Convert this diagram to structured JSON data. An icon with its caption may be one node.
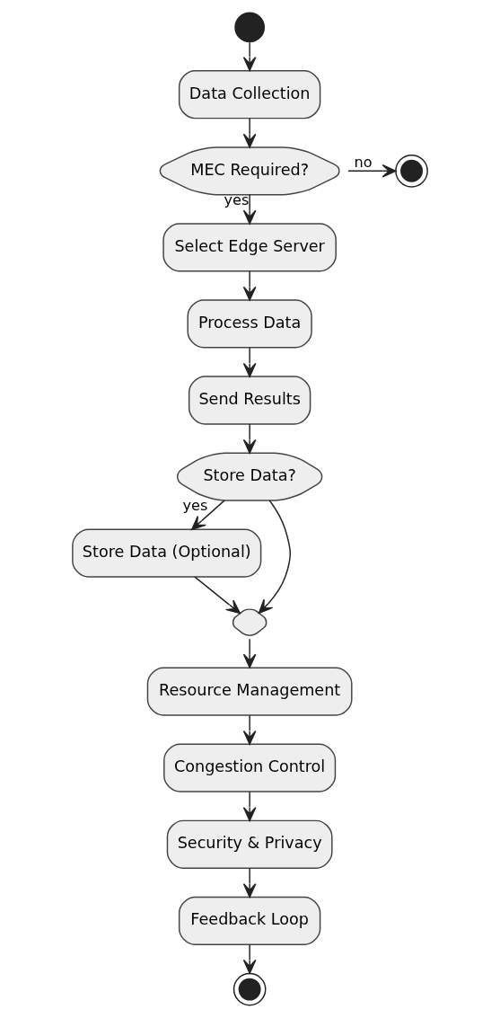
{
  "diagram": {
    "nodes": [
      {
        "text": [],
        "shape": "circle"
      },
      {
        "text": [
          "Data Collection"
        ]
      },
      {
        "text": [
          "MEC Required?"
        ]
      },
      {
        "text": [],
        "shape": "circle"
      },
      {
        "text": [
          "Select Edge Server"
        ]
      },
      {
        "text": [
          "Process Data"
        ]
      },
      {
        "text": [
          "Send Results"
        ]
      },
      {
        "text": [
          "Store Data?"
        ]
      },
      {
        "text": [
          "Store Data (Optional)"
        ]
      },
      {
        "text": [],
        "shape": "diamond"
      },
      {
        "text": [
          "Resource Management"
        ]
      },
      {
        "text": [
          "Congestion Control"
        ]
      },
      {
        "text": [
          "Security & Privacy"
        ]
      },
      {
        "text": [
          "Feedback Loop"
        ]
      },
      {
        "text": [],
        "shape": "circle"
      }
    ],
    "edges": [
      {
        "from": 0,
        "to": 1,
        "arrow": "to"
      },
      {
        "from": 1,
        "to": 2,
        "arrow": "to"
      },
      {
        "from": 2,
        "to": 3,
        "arrow": "to",
        "label": "no"
      },
      {
        "from": 2,
        "to": 4,
        "arrow": "to",
        "label": "yes"
      },
      {
        "from": 4,
        "to": 5,
        "arrow": "to"
      },
      {
        "from": 5,
        "to": 6,
        "arrow": "to"
      },
      {
        "from": 6,
        "to": 7,
        "arrow": "to"
      },
      {
        "from": 7,
        "to": 8,
        "arrow": "to",
        "label": "yes"
      },
      {
        "from": 8,
        "to": 9,
        "arrow": "to"
      },
      {
        "from": 7,
        "to": 9,
        "arrow": "to"
      },
      {
        "from": 9,
        "to": 10,
        "arrow": "to"
      },
      {
        "from": 10,
        "to": 11,
        "arrow": "to"
      },
      {
        "from": 11,
        "to": 12,
        "arrow": "to"
      },
      {
        "from": 12,
        "to": 13,
        "arrow": "to"
      },
      {
        "from": 13,
        "to": 14,
        "arrow": "to"
      }
    ]
  }
}
